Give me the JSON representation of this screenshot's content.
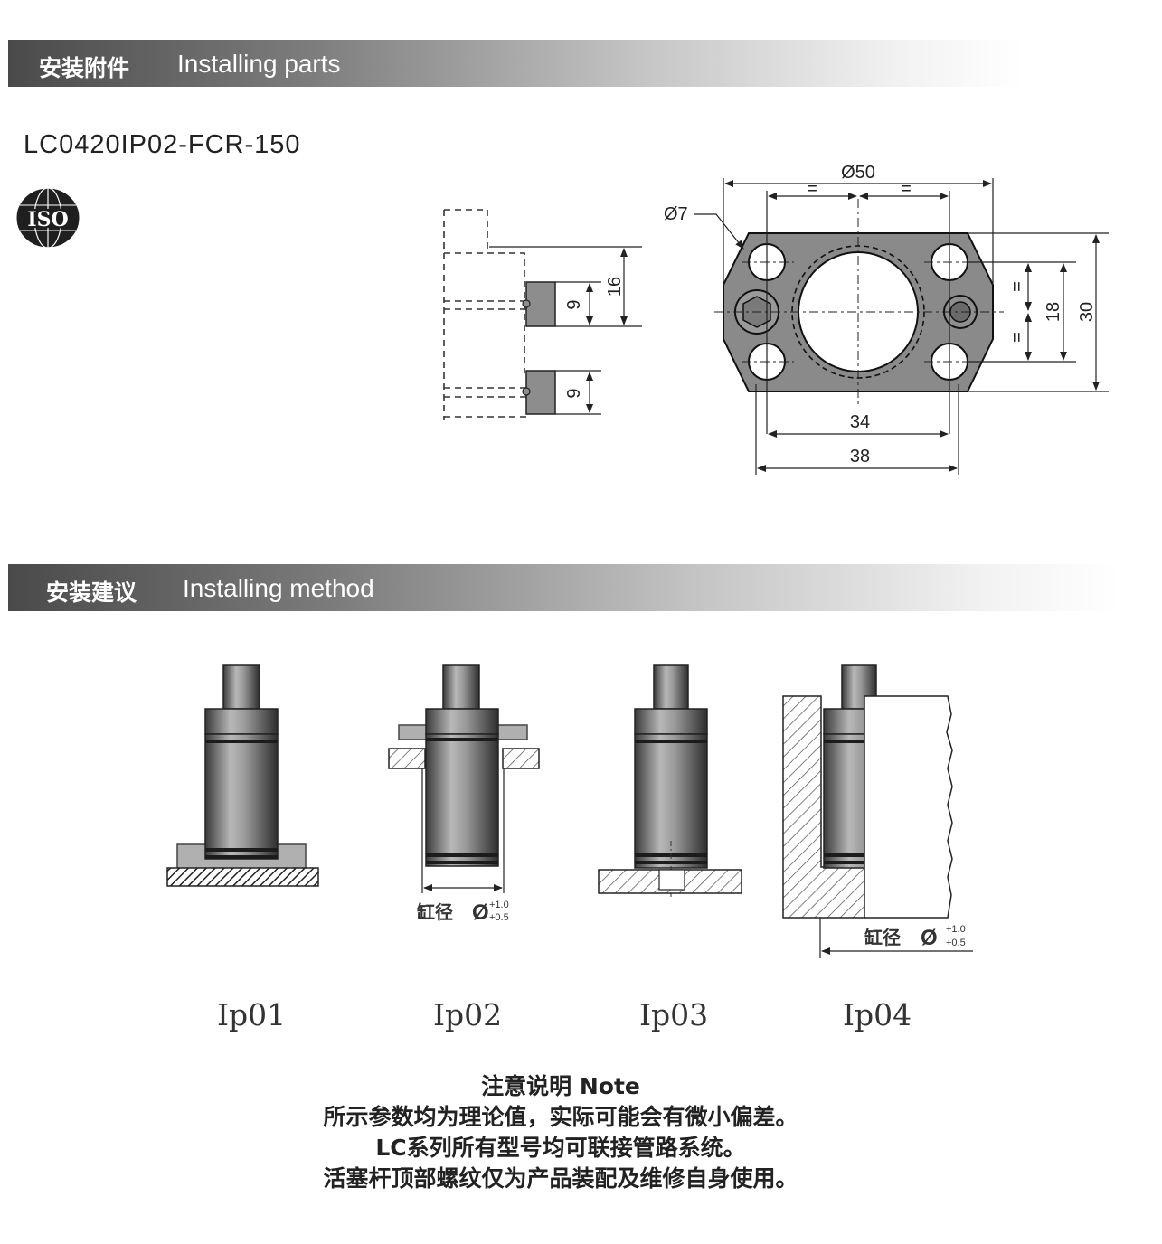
{
  "section1": {
    "title_cn": "安装附件",
    "title_en": "Installing parts"
  },
  "model_code": "LC0420IP02-FCR-150",
  "iso_logo_text": "ISO",
  "side_view": {
    "dims": [
      "16",
      "9",
      "9"
    ]
  },
  "flange_view": {
    "dia_outer": "Ø50",
    "dia_hole": "Ø7",
    "equal_mark": "=",
    "dim_34": "34",
    "dim_38": "38",
    "dim_18": "18",
    "dim_30": "30"
  },
  "section2": {
    "title_cn": "安装建议",
    "title_en": "Installing method"
  },
  "bore_label": {
    "text": "缸径",
    "symbol": "Ø",
    "tol_upper": "+1.0",
    "tol_lower": "+0.5"
  },
  "methods": [
    "Ip01",
    "Ip02",
    "Ip03",
    "Ip04"
  ],
  "notes": {
    "title": "注意说明 Note",
    "lines": [
      "所示参数均为理论值，实际可能会有微小偏差。",
      "LC系列所有型号均可联接管路系统。",
      "活塞杆顶部螺纹仅为产品装配及维修自身使用。"
    ]
  }
}
